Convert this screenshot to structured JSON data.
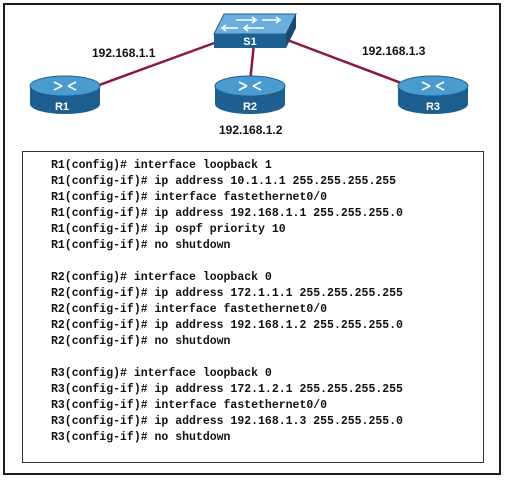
{
  "topology": {
    "switch": {
      "label": "S1"
    },
    "routers": [
      {
        "label": "R1",
        "ip": "192.168.1.1"
      },
      {
        "label": "R2",
        "ip": "192.168.1.2"
      },
      {
        "label": "R3",
        "ip": "192.168.1.3"
      }
    ],
    "colors": {
      "link": "#8b1a3a",
      "device_top": "#4a9bd0",
      "device_side": "#1e5f91",
      "switch_top": "#6aaee0",
      "switch_side": "#1e5f91"
    }
  },
  "config_blocks": [
    {
      "lines": [
        "R1(config)# interface loopback 1",
        "R1(config-if)# ip address 10.1.1.1 255.255.255.255",
        "R1(config-if)# interface fastethernet0/0",
        "R1(config-if)# ip address 192.168.1.1 255.255.255.0",
        "R1(config-if)# ip ospf priority 10",
        "R1(config-if)# no shutdown"
      ]
    },
    {
      "lines": [
        "R2(config)# interface loopback 0",
        "R2(config-if)# ip address 172.1.1.1 255.255.255.255",
        "R2(config-if)# interface fastethernet0/0",
        "R2(config-if)# ip address 192.168.1.2 255.255.255.0",
        "R2(config-if)# no shutdown"
      ]
    },
    {
      "lines": [
        "R3(config)# interface loopback 0",
        "R3(config-if)# ip address 172.1.2.1 255.255.255.255",
        "R3(config-if)# interface fastethernet0/0",
        "R3(config-if)# ip address 192.168.1.3 255.255.255.0",
        "R3(config-if)# no shutdown"
      ]
    }
  ]
}
